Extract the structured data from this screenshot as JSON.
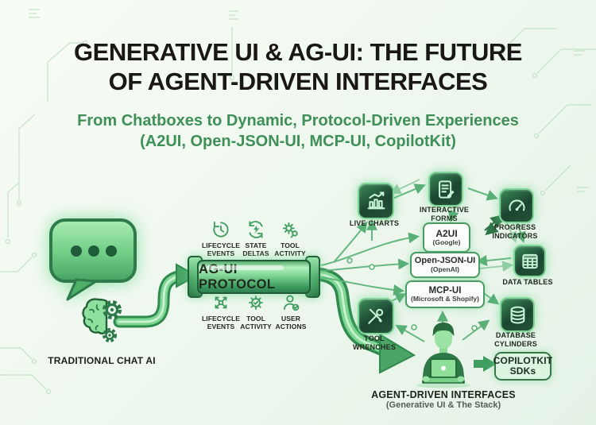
{
  "header": {
    "title_lines": [
      "GENERATIVE UI & AG-UI: THE FUTURE",
      "OF AGENT-DRIVEN INTERFACES"
    ],
    "subtitle_lines": [
      "From Chatboxes to Dynamic, Protocol-Driven Experiences",
      "(A2UI, Open-JSON-UI, MCP-UI, CopilotKit)"
    ]
  },
  "left": {
    "chat_icon": "chat-bubble-icon",
    "brain_icon": "brain-gears-icon",
    "caption": "TRADITIONAL CHAT AI"
  },
  "protocol": {
    "pill_label": "AG-UI PROTOCOL",
    "top_events": [
      {
        "icon": "history-clock-icon",
        "lines": [
          "LIFECYCLE",
          "EVENTS"
        ]
      },
      {
        "icon": "sync-bolt-icon",
        "lines": [
          "STATE",
          "DELTAS"
        ]
      },
      {
        "icon": "gear-wrench-icon",
        "lines": [
          "TOOL",
          "ACTIVITY"
        ]
      }
    ],
    "bottom_events": [
      {
        "icon": "expand-arrows-icon",
        "lines": [
          "LIFECYCLE",
          "EVENTS"
        ]
      },
      {
        "icon": "gear-check-icon",
        "lines": [
          "TOOL",
          "ACTIVITY"
        ]
      },
      {
        "icon": "user-check-icon",
        "lines": [
          "USER",
          "ACTIONS"
        ]
      }
    ]
  },
  "standards": [
    {
      "name": "A2UI",
      "org": "(Google)"
    },
    {
      "name": "Open-JSON-UI",
      "org": "(OpenAI)"
    },
    {
      "name": "MCP-UI",
      "org": "(Microsoft & Shopify)"
    }
  ],
  "capabilities": [
    {
      "icon": "bar-chart-icon",
      "lines": [
        "LIVE CHARTS"
      ]
    },
    {
      "icon": "form-pencil-icon",
      "lines": [
        "INTERACTIVE",
        "FORMS"
      ]
    },
    {
      "icon": "gauge-icon",
      "lines": [
        "PROGRESS",
        "INDICATORS"
      ]
    },
    {
      "icon": "data-table-icon",
      "lines": [
        "DATA TABLES"
      ]
    },
    {
      "icon": "tool-wrenches-icon",
      "lines": [
        "TOOL",
        "WRENCHES"
      ]
    },
    {
      "icon": "database-icon",
      "lines": [
        "DATABASE",
        "CYLINDERS"
      ]
    }
  ],
  "agent": {
    "person_icon": "developer-at-laptop-icon",
    "caption": "AGENT-DRIVEN INTERFACES",
    "subcaption": "(Generative UI & The Stack)"
  },
  "copilotkit": {
    "lines": [
      "COPILOTKIT",
      "SDKs"
    ]
  },
  "colors": {
    "accent_green": "#3f9d5f",
    "dark_tile_green": "#1b4530",
    "subtitle_green": "#3f8f58",
    "title_black": "#191817",
    "background": "#eff8ef"
  }
}
